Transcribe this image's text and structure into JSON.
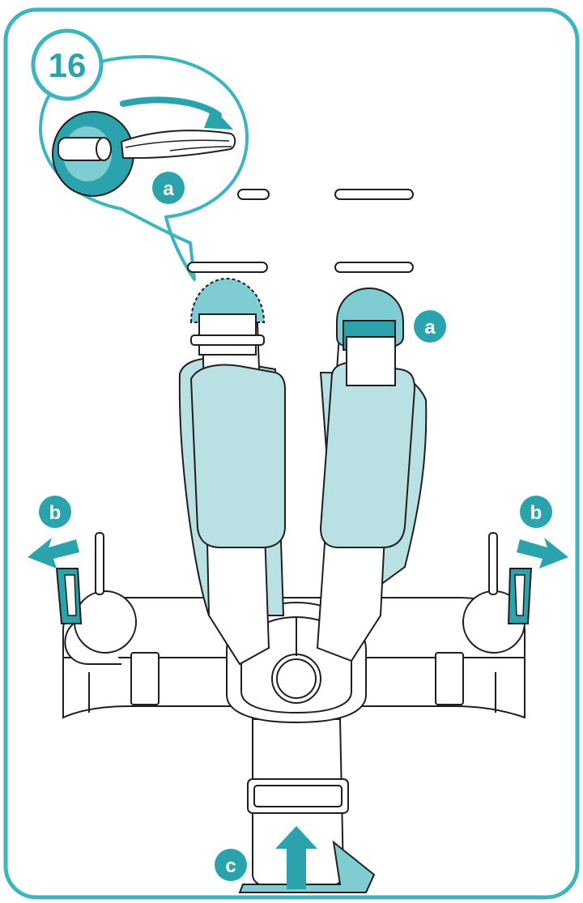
{
  "step": {
    "number": "16"
  },
  "markers": {
    "a": "a",
    "b": "b",
    "c": "c"
  },
  "colors": {
    "teal": "#2aa3ad",
    "teal_fill": "#b9e1e4",
    "teal_fill_dark": "#7fcdd3",
    "outline": "#1f1f1f",
    "frame": "#3bb5bf"
  }
}
